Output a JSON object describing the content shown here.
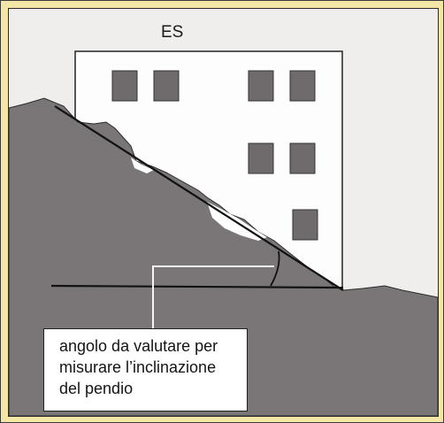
{
  "building": {
    "label": "ES"
  },
  "annotation": {
    "lines": [
      "angolo da valutare per",
      "misurare l’inclinazione",
      "del pendio"
    ]
  },
  "colors": {
    "background": "#f3e6a6",
    "panel": "#efeeec",
    "terrain": "#7a7577",
    "building_fill": "#fdfdfd",
    "window": "#6f6a6c",
    "line": "#111111"
  }
}
